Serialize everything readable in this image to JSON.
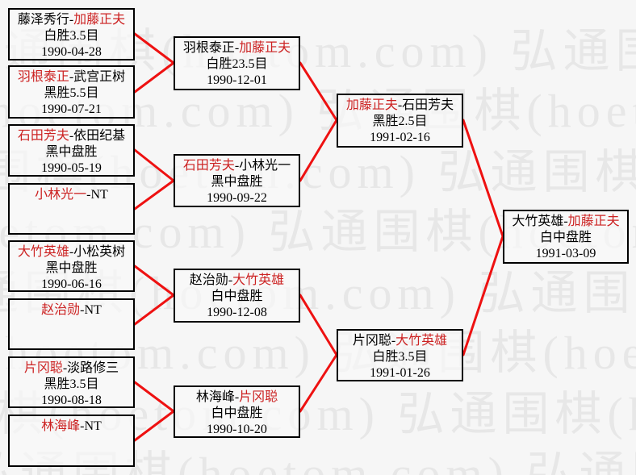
{
  "colors": {
    "connector_red": "#ee1111",
    "winner_name_red": "#cc2222",
    "text_black": "#000000",
    "watermark_gray": "#e7e7e7",
    "box_border_black": "#000000",
    "background": "#f6f6f6"
  },
  "watermark": {
    "row_text": "弘通围棋(hoetom.com) 弘通围棋(hoetom.com) 弘通围棋(hoetom.com)"
  },
  "rounds": {
    "r1": [
      {
        "p1": "藤泽秀行",
        "sep": "-",
        "p2": "加藤正夫",
        "p1_color": "black",
        "p2_color": "red",
        "result": "白胜3.5目",
        "date": "1990-04-28"
      },
      {
        "p1": "羽根泰正",
        "sep": "-",
        "p2": "武宫正树",
        "p1_color": "red",
        "p2_color": "black",
        "result": "黑胜5.5目",
        "date": "1990-07-21"
      },
      {
        "p1": "石田芳夫",
        "sep": "-",
        "p2": "依田纪基",
        "p1_color": "red",
        "p2_color": "black",
        "result": "黑中盘胜",
        "date": "1990-05-19"
      },
      {
        "p1": "小林光一",
        "sep": "-",
        "p2": "NT",
        "p1_color": "red",
        "p2_color": "black"
      },
      {
        "p1": "大竹英雄",
        "sep": "-",
        "p2": "小松英树",
        "p1_color": "red",
        "p2_color": "black",
        "result": "黑中盘胜",
        "date": "1990-06-16"
      },
      {
        "p1": "赵治勋",
        "sep": "-",
        "p2": "NT",
        "p1_color": "red",
        "p2_color": "black"
      },
      {
        "p1": "片冈聪",
        "sep": "-",
        "p2": "淡路修三",
        "p1_color": "red",
        "p2_color": "black",
        "result": "黑胜3.5目",
        "date": "1990-08-18"
      },
      {
        "p1": "林海峰",
        "sep": "-",
        "p2": "NT",
        "p1_color": "red",
        "p2_color": "black"
      }
    ],
    "r2": [
      {
        "p1": "羽根泰正",
        "sep": "-",
        "p2": "加藤正夫",
        "p1_color": "black",
        "p2_color": "red",
        "result": "白胜23.5目",
        "date": "1990-12-01"
      },
      {
        "p1": "石田芳夫",
        "sep": "-",
        "p2": "小林光一",
        "p1_color": "red",
        "p2_color": "black",
        "result": "黑中盘胜",
        "date": "1990-09-22"
      },
      {
        "p1": "赵治勋",
        "sep": "-",
        "p2": "大竹英雄",
        "p1_color": "black",
        "p2_color": "red",
        "result": "白中盘胜",
        "date": "1990-12-08"
      },
      {
        "p1": "林海峰",
        "sep": "-",
        "p2": "片冈聪",
        "p1_color": "black",
        "p2_color": "red",
        "result": "白中盘胜",
        "date": "1990-10-20"
      }
    ],
    "sf": [
      {
        "p1": "加藤正夫",
        "sep": "-",
        "p2": "石田芳夫",
        "p1_color": "red",
        "p2_color": "black",
        "result": "黑胜2.5目",
        "date": "1991-02-16"
      },
      {
        "p1": "片冈聪",
        "sep": "-",
        "p2": "大竹英雄",
        "p1_color": "black",
        "p2_color": "red",
        "result": "白胜3.5目",
        "date": "1991-01-26"
      }
    ],
    "final": {
      "p1": "大竹英雄",
      "sep": "-",
      "p2": "加藤正夫",
      "p1_color": "black",
      "p2_color": "red",
      "result": "白中盘胜",
      "date": "1991-03-09"
    }
  }
}
